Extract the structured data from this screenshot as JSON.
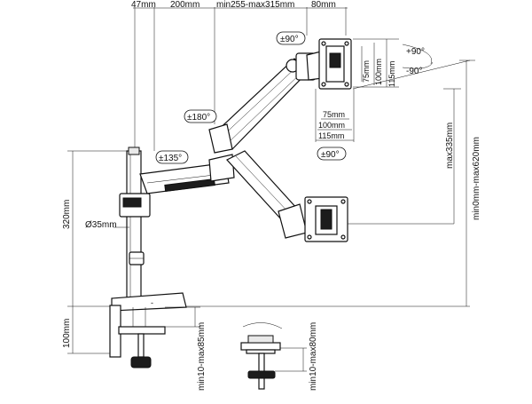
{
  "dimensions": {
    "top": {
      "d47": "47mm",
      "d200": "200mm",
      "d_range": "min255-max315mm",
      "d80": "80mm"
    },
    "left": {
      "pole_height": "320mm",
      "pole_diameter": "Ø35mm",
      "clamp_height": "100mm"
    },
    "vesa": {
      "h75": "75mm",
      "h100": "100mm",
      "h115": "115mm",
      "w75": "75mm",
      "w100": "100mm",
      "w115": "115mm"
    },
    "right": {
      "max335": "max335mm",
      "range620": "min0mm-max620mm"
    },
    "clamp": {
      "clamp_range": "min10-max85mm",
      "grommet_range": "min10-max80mm"
    }
  },
  "rotations": {
    "tilt_top": "±90°",
    "swivel_180": "±180°",
    "swivel_135": "±135°",
    "rotate_bottom": "±90°",
    "tilt_up": "+90°",
    "tilt_down": "-90°"
  }
}
